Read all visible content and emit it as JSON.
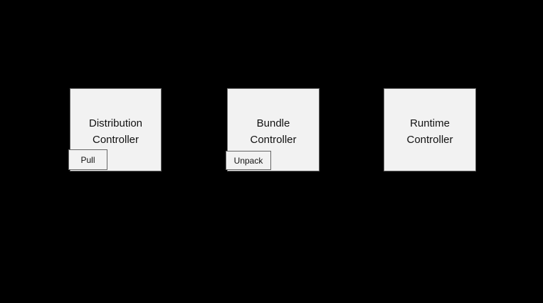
{
  "style": {
    "background": "#000000",
    "node_fill": "#f2f2f2",
    "node_border": "#666666",
    "text_color": "#111111"
  },
  "nodes": [
    {
      "name": "distribution-controller",
      "label": "Distribution\nController",
      "badge": "Pull"
    },
    {
      "name": "bundle-controller",
      "label": "Bundle\nController",
      "badge": "Unpack"
    },
    {
      "name": "runtime-controller",
      "label": "Runtime\nController"
    }
  ]
}
